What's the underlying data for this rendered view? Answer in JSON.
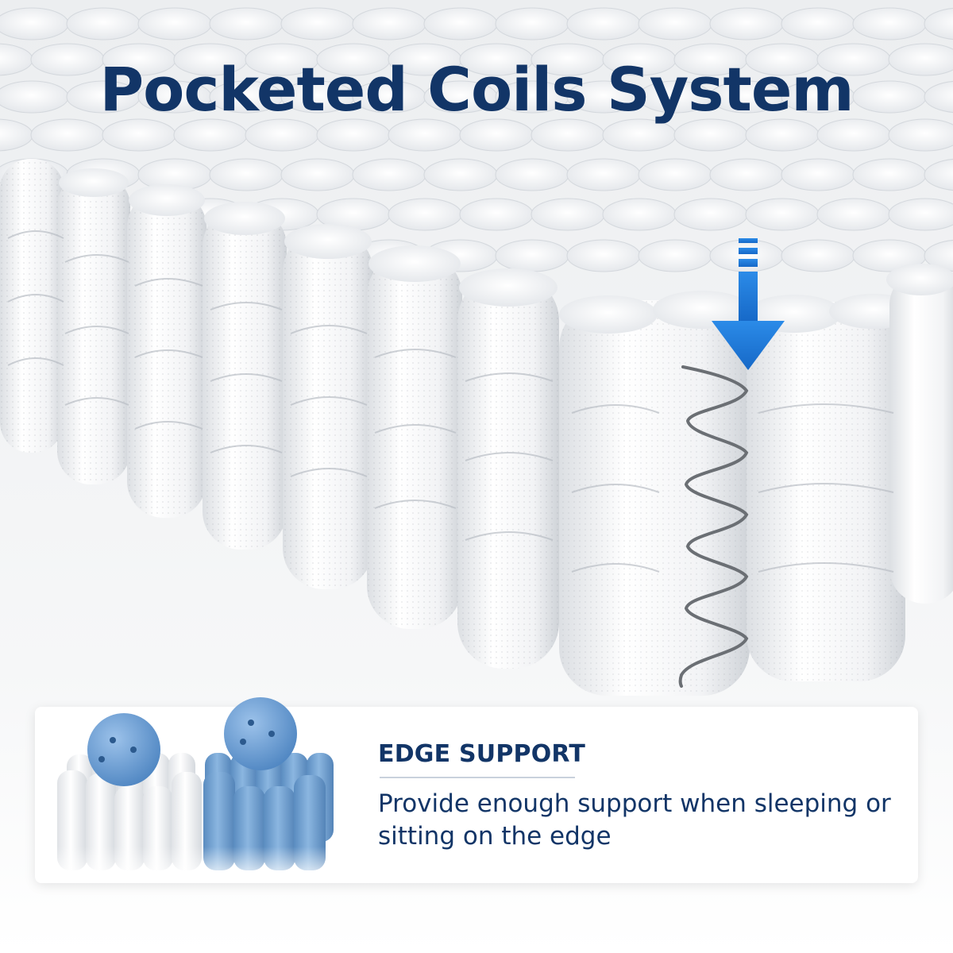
{
  "headline": "Pocketed Coils System",
  "feature": {
    "title": "EDGE SUPPORT",
    "description": "Provide enough support when sleeping or sitting on the edge"
  },
  "colors": {
    "navy": "#123567",
    "arrow_blue": "#1e7fe0",
    "coil_blue": "#6f9fcf",
    "ball_blue": "#6a9fd6",
    "spring_grey": "#6b6f74"
  },
  "icons": {
    "arrow": "down-arrow-icon",
    "spring": "spring-icon"
  }
}
